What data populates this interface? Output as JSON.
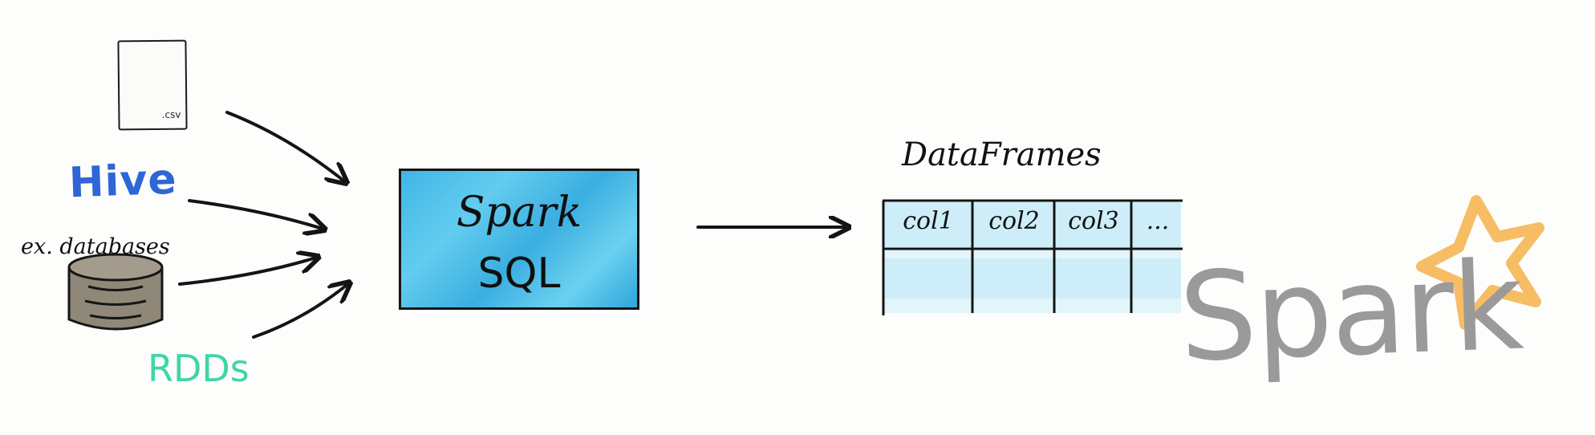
{
  "sources": {
    "csv_label": ".csv",
    "hive": "Hive",
    "databases": "ex. databases",
    "rdds": "RDDs"
  },
  "engine": {
    "line1": "Spark",
    "line2": "SQL"
  },
  "output": {
    "title": "DataFrames",
    "columns": [
      "col1",
      "col2",
      "col3",
      "..."
    ]
  },
  "logo": {
    "word": "Spark"
  },
  "colors": {
    "hive": "#2f66d6",
    "rdds": "#3fd6a6",
    "spark_box": "#3fb6e6",
    "table_fill": "#cdeef9",
    "logo_gray": "#9a9a9a",
    "logo_star": "#f4b24a"
  }
}
